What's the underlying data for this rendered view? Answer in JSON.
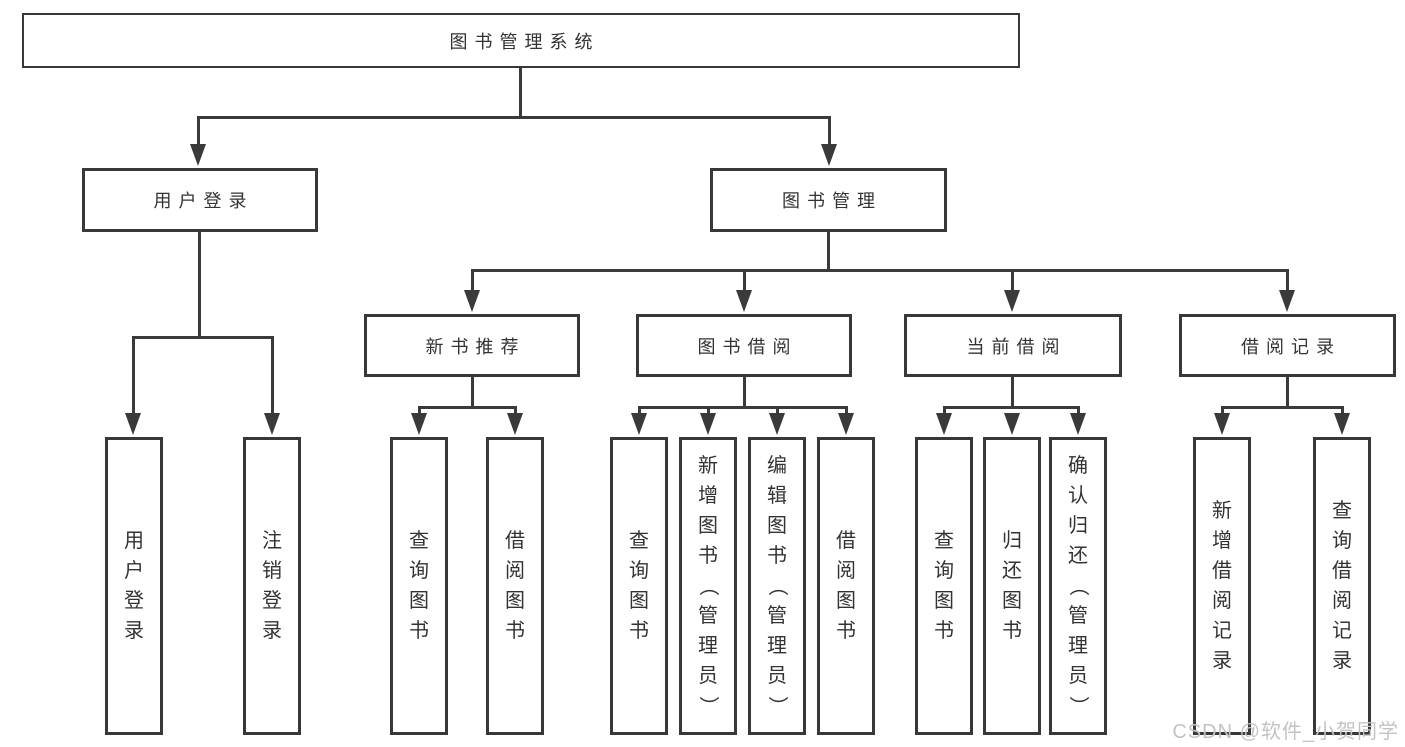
{
  "diagram": {
    "title_node": {
      "label": "图书管理系统"
    },
    "level2": [
      {
        "label": "用户登录"
      },
      {
        "label": "图书管理"
      }
    ],
    "level3": [
      {
        "label": "新书推荐"
      },
      {
        "label": "图书借阅"
      },
      {
        "label": "当前借阅"
      },
      {
        "label": "借阅记录"
      }
    ],
    "leaves": [
      {
        "label": "用户登录"
      },
      {
        "label": "注销登录"
      },
      {
        "label": "查询图书"
      },
      {
        "label": "借阅图书"
      },
      {
        "label": "查询图书"
      },
      {
        "label": "新增图书（管理员）"
      },
      {
        "label": "编辑图书（管理员）"
      },
      {
        "label": "借阅图书"
      },
      {
        "label": "查询图书"
      },
      {
        "label": "归还图书"
      },
      {
        "label": "确认归还（管理员）"
      },
      {
        "label": "新增借阅记录"
      },
      {
        "label": "查询借阅记录"
      }
    ]
  },
  "watermark": {
    "text": "CSDN @软件_小贺同学"
  },
  "colors": {
    "line": "#3a3a3a",
    "border": "#383838",
    "text": "#333333",
    "watermark": "#c3c3c3",
    "background": "#ffffff"
  }
}
